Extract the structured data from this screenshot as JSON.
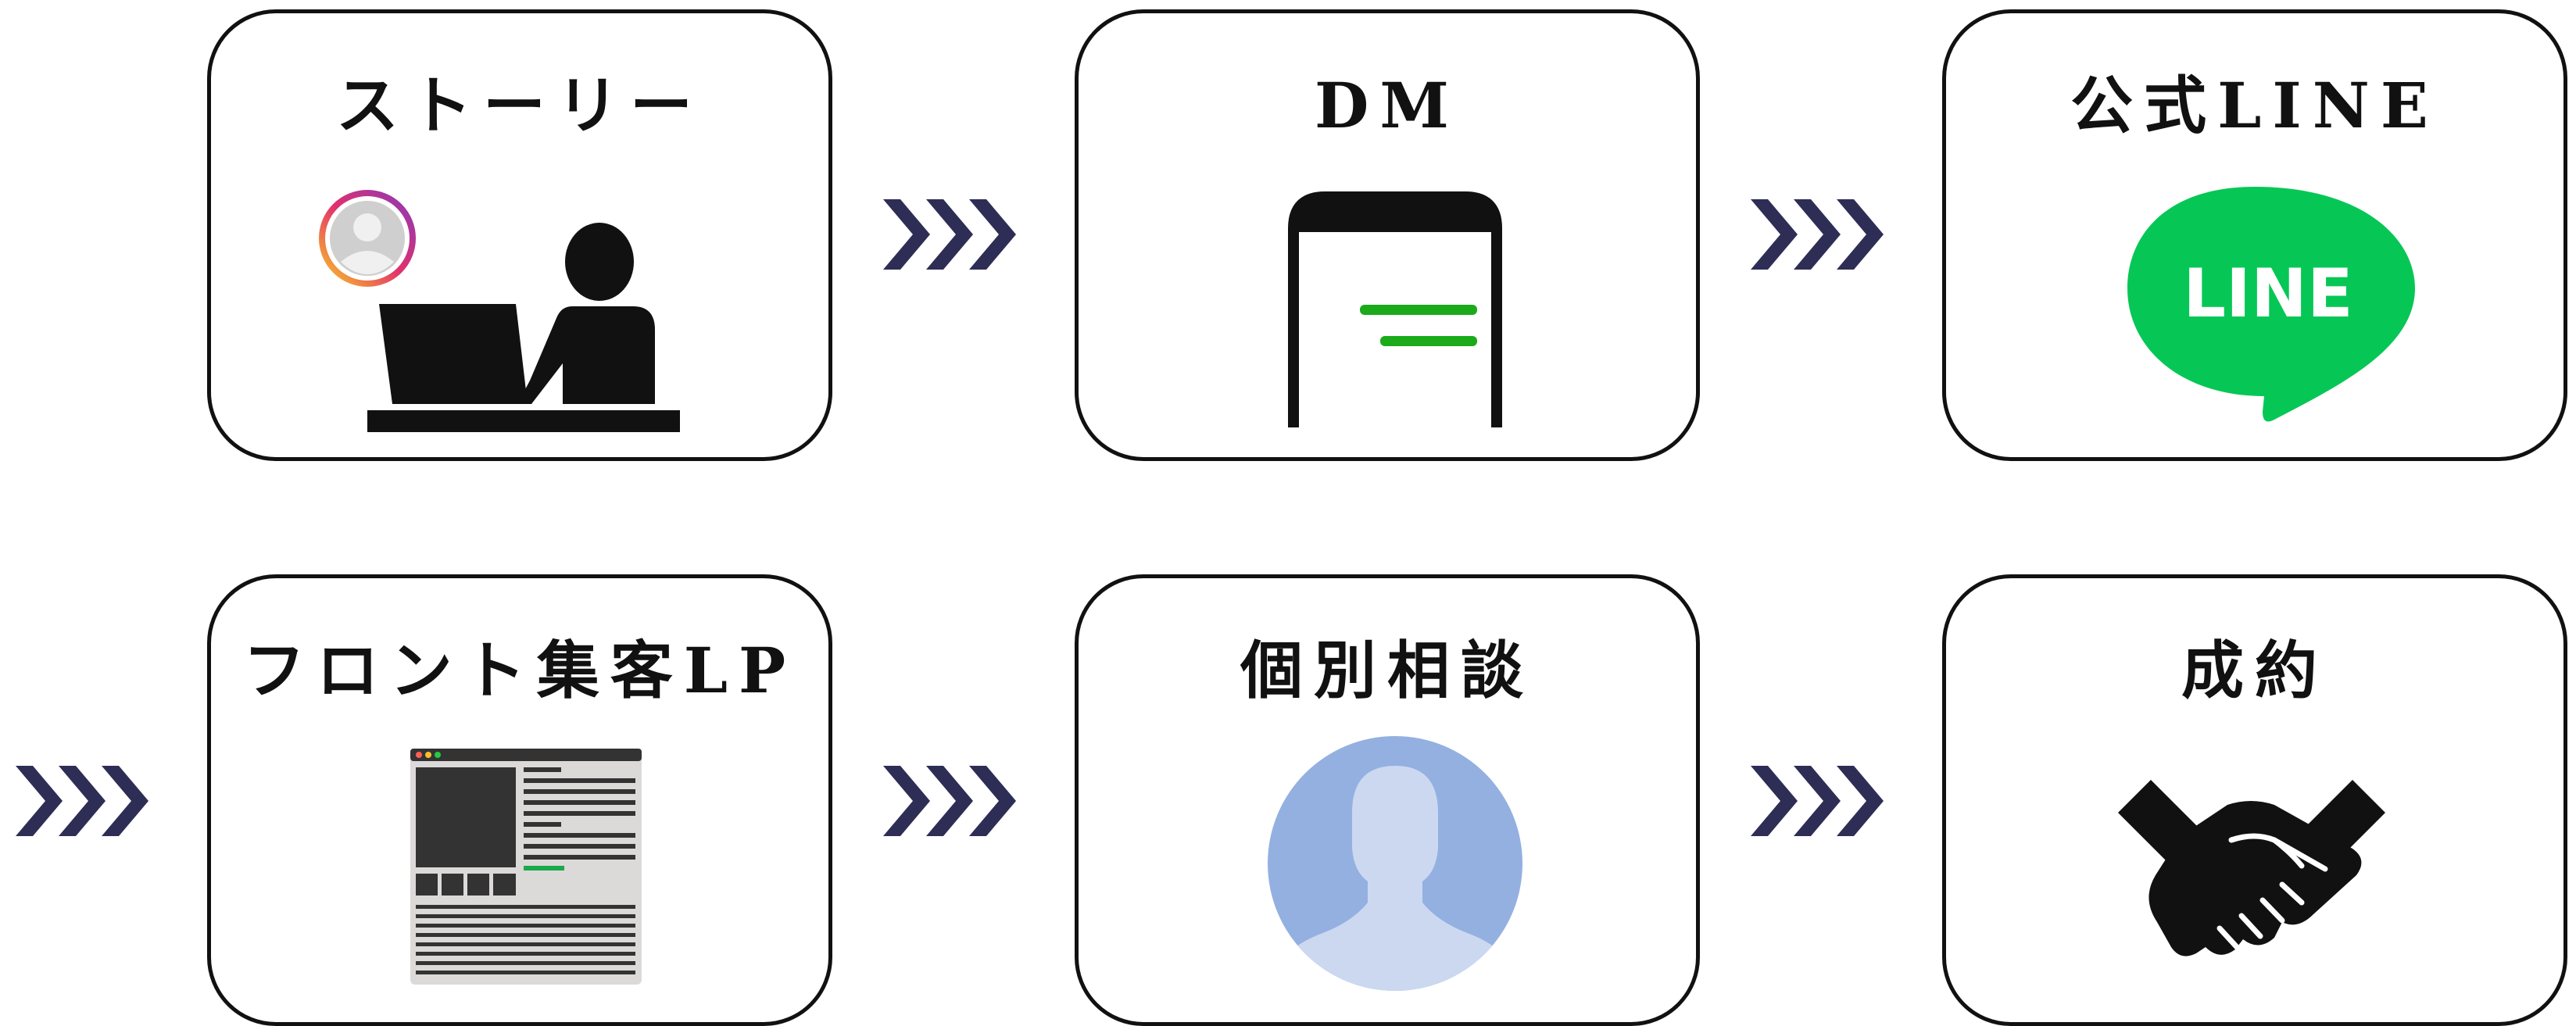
{
  "colors": {
    "border": "#111111",
    "arrow": "#2e2d55",
    "line_green": "#06c755",
    "dm_green": "#1aaa1a",
    "avatar_blue": "#93b0e0",
    "avatar_light": "#cbd8f0"
  },
  "steps": [
    {
      "title": "ストーリー",
      "icon": "person-at-laptop-icon"
    },
    {
      "title": "DM",
      "icon": "smartphone-message-icon"
    },
    {
      "title": "公式LINE",
      "icon": "line-logo-icon",
      "logo_text": "LINE"
    },
    {
      "title": "フロント集客LP",
      "icon": "landing-page-icon"
    },
    {
      "title": "個別相談",
      "icon": "user-avatar-icon"
    },
    {
      "title": "成約",
      "icon": "handshake-icon"
    }
  ]
}
